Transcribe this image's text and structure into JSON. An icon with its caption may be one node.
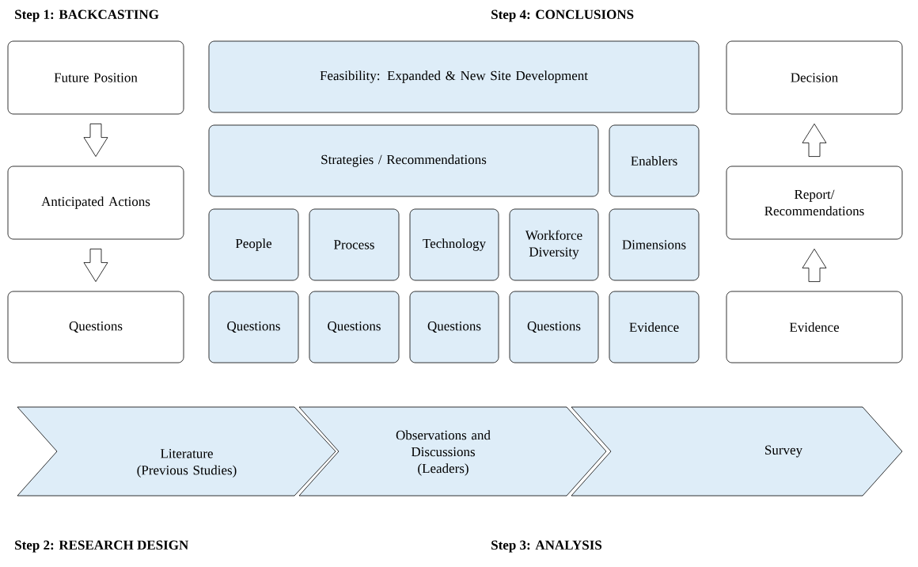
{
  "diagram": {
    "nodes": [
      {
        "text": [
          "Future Position"
        ]
      },
      {
        "text": [
          "Anticipated Actions"
        ]
      },
      {
        "text": [
          "Questions"
        ]
      },
      {
        "text": [
          "Feasibility: Expanded & New Site Development"
        ]
      },
      {
        "text": [
          "Strategies / Recommendations"
        ]
      },
      {
        "text": [
          "Enablers"
        ]
      },
      {
        "text": [
          "People"
        ]
      },
      {
        "text": [
          "Process"
        ]
      },
      {
        "text": [
          "Technology"
        ]
      },
      {
        "text": [
          "Workforce Diversity"
        ]
      },
      {
        "text": [
          "Dimensions"
        ]
      },
      {
        "text": [
          "Questions"
        ]
      },
      {
        "text": [
          "Questions"
        ]
      },
      {
        "text": [
          "Questions"
        ]
      },
      {
        "text": [
          "Questions"
        ]
      },
      {
        "text": [
          "Evidence"
        ]
      },
      {
        "text": [
          "Decision"
        ]
      },
      {
        "text": [
          "Report/ Recommendations"
        ]
      },
      {
        "text": [
          "Evidence"
        ]
      },
      {
        "text": [
          "Literature (Previous Studies)"
        ]
      },
      {
        "text": [
          "Observations and Discussions (Leaders)"
        ]
      },
      {
        "text": [
          "Survey"
        ]
      }
    ],
    "edges": [
      {
        "from": 0,
        "to": 1,
        "arrow": "to"
      },
      {
        "from": 1,
        "to": 2,
        "arrow": "to"
      },
      {
        "from": 18,
        "to": 17,
        "arrow": "to"
      },
      {
        "from": 17,
        "to": 16,
        "arrow": "to"
      }
    ],
    "labels": [
      "Step 1: BACKCASTING",
      "Step 4: CONCLUSIONS",
      "Step 2: RESEARCH DESIGN",
      "Step 3: ANALYSIS"
    ]
  }
}
